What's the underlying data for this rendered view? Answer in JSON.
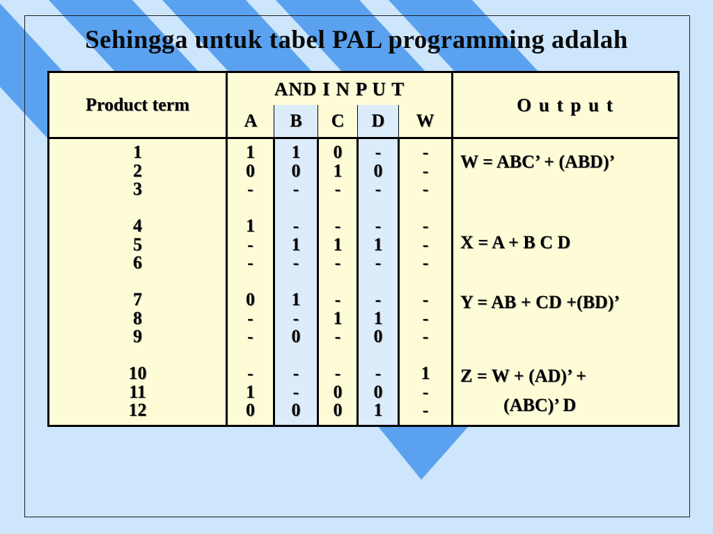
{
  "title": "Sehingga untuk tabel PAL programming adalah",
  "table": {
    "product_term_header": "Product term",
    "and_input_header": "AND I N P U T",
    "output_header": "O u t p u t",
    "input_columns": [
      "A",
      "B",
      "C",
      "D",
      "W"
    ],
    "product_terms": [
      "1",
      "2",
      "3",
      "4",
      "5",
      "6",
      "7",
      "8",
      "9",
      "10",
      "11",
      "12"
    ],
    "values": {
      "A": [
        "1",
        "0",
        "-",
        "1",
        "-",
        "-",
        "0",
        "-",
        "-",
        "-",
        "1",
        "0"
      ],
      "B": [
        "1",
        "0",
        "-",
        "-",
        "1",
        "-",
        "1",
        "-",
        "0",
        "-",
        "-",
        "0"
      ],
      "C": [
        "0",
        "1",
        "-",
        "-",
        "1",
        "-",
        "-",
        "1",
        "-",
        "-",
        "0",
        "0"
      ],
      "D": [
        "-",
        "0",
        "-",
        "-",
        "1",
        "-",
        "-",
        "1",
        "0",
        "-",
        "0",
        "1"
      ],
      "W": [
        "-",
        "-",
        "-",
        "-",
        "-",
        "-",
        "-",
        "-",
        "-",
        "1",
        "-",
        "-"
      ]
    },
    "outputs": {
      "w": "W = ABC’ + (ABD)’",
      "x": "X = A + B C D",
      "y": "Y = AB + CD +(BD)’",
      "z_line1": "Z = W + (AD)’ +",
      "z_line2": "(ABC)’ D"
    }
  },
  "colors": {
    "background": "#cde6fb",
    "stripe": "#5aa2f0",
    "table_fill": "#fefcd6",
    "column_shade": "#dcecfb"
  }
}
